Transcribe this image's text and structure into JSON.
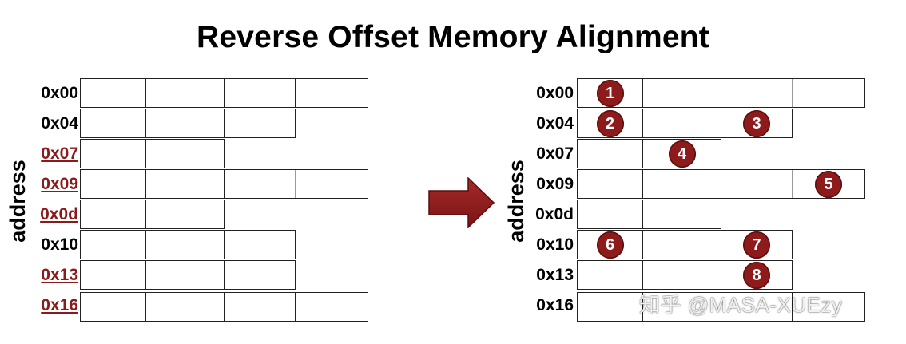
{
  "title": "Reverse Offset Memory Alignment",
  "axis_label": "address",
  "left_addresses": [
    {
      "text": "0x00",
      "highlight": false
    },
    {
      "text": "0x04",
      "highlight": false
    },
    {
      "text": "0x07",
      "highlight": true
    },
    {
      "text": "0x09",
      "highlight": true
    },
    {
      "text": "0x0d",
      "highlight": true
    },
    {
      "text": "0x10",
      "highlight": false
    },
    {
      "text": "0x13",
      "highlight": true
    },
    {
      "text": "0x16",
      "highlight": true
    }
  ],
  "right_addresses": [
    "0x00",
    "0x04",
    "0x07",
    "0x09",
    "0x0d",
    "0x10",
    "0x13",
    "0x16"
  ],
  "badges": [
    "1",
    "2",
    "3",
    "4",
    "5",
    "6",
    "7",
    "8"
  ],
  "watermark": "知乎 @MASA-XUEzy",
  "colors": {
    "accent": "#8b1a1a",
    "badge": "#8e1b1b",
    "border": "#222222"
  }
}
